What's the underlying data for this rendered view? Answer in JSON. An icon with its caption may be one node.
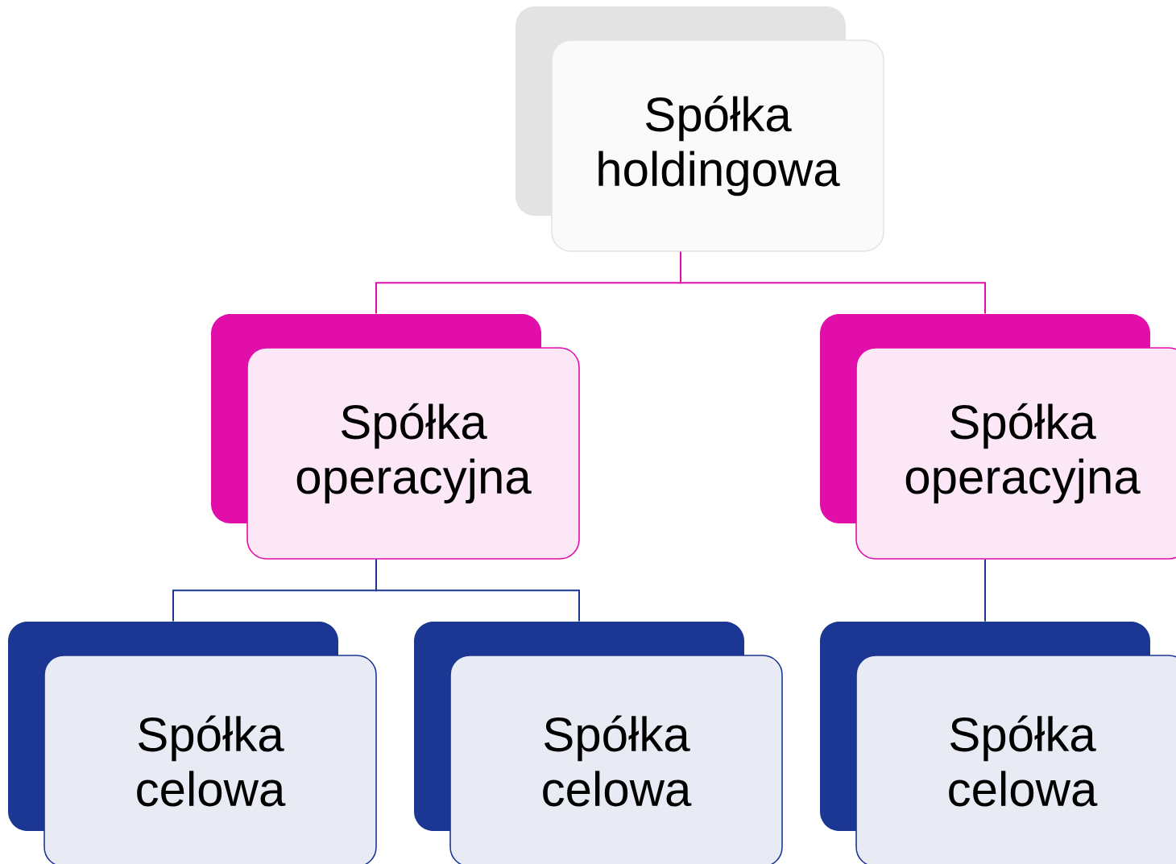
{
  "diagram": {
    "nodes": [
      {
        "text": [
          "Spółka holdingowa"
        ]
      },
      {
        "text": [
          "Spółka operacyjna"
        ]
      },
      {
        "text": [
          "Spółka operacyjna"
        ]
      },
      {
        "text": [
          "Spółka celowa"
        ]
      },
      {
        "text": [
          "Spółka celowa"
        ]
      },
      {
        "text": [
          "Spółka celowa"
        ]
      }
    ],
    "edges": [
      {
        "from": 0,
        "to": 1,
        "arrow": "none",
        "color": "#e20ea9"
      },
      {
        "from": 0,
        "to": 2,
        "arrow": "none",
        "color": "#e20ea9"
      },
      {
        "from": 1,
        "to": 3,
        "arrow": "none"
      },
      {
        "from": 1,
        "to": 4,
        "arrow": "none"
      },
      {
        "from": 2,
        "to": 5,
        "arrow": "none"
      }
    ]
  }
}
